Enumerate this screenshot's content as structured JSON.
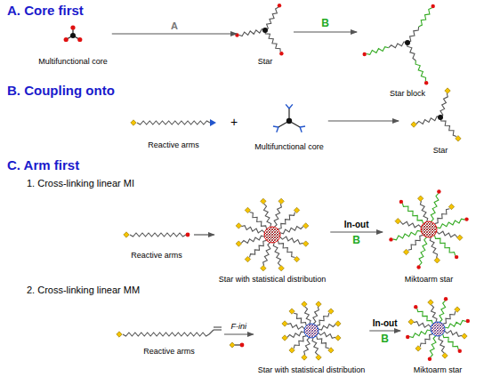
{
  "diagram": {
    "nodes": [
      {
        "text": [
          "Multifunctional core"
        ]
      },
      {
        "text": [
          "Star"
        ]
      },
      {
        "text": [
          "Star block"
        ]
      },
      {
        "text": [
          "Reactive arms"
        ]
      },
      {
        "text": [
          "Multifunctional core"
        ]
      },
      {
        "text": [
          "Star"
        ]
      },
      {
        "text": [
          "Reactive arms"
        ]
      },
      {
        "text": [
          "Star with statistical distribution"
        ]
      },
      {
        "text": [
          "Miktoarm star"
        ]
      },
      {
        "text": [
          "Reactive arms"
        ]
      },
      {
        "text": [
          "Star with statistical distribution"
        ]
      },
      {
        "text": [
          "Miktoarm star"
        ]
      }
    ],
    "edges": [
      {
        "from": 0,
        "to": 1,
        "label": "A",
        "arrow": "to"
      },
      {
        "from": 1,
        "to": 2,
        "label": "B",
        "arrow": "to"
      },
      {
        "from": 4,
        "to": 5,
        "arrow": "to"
      },
      {
        "from": 6,
        "to": 7,
        "arrow": "to"
      },
      {
        "from": 7,
        "to": 8,
        "label": "In-out",
        "arrow": "to"
      },
      {
        "from": 9,
        "to": 10,
        "label": "F-ini",
        "arrow": "to"
      },
      {
        "from": 10,
        "to": 11,
        "label": "In-out",
        "arrow": "to"
      }
    ],
    "labels": [
      "A. Core first",
      "B. Coupling onto",
      "C. Arm first",
      "1. Cross-linking linear MI",
      "+",
      "B",
      "2. Cross-linking linear MM",
      "B"
    ]
  }
}
